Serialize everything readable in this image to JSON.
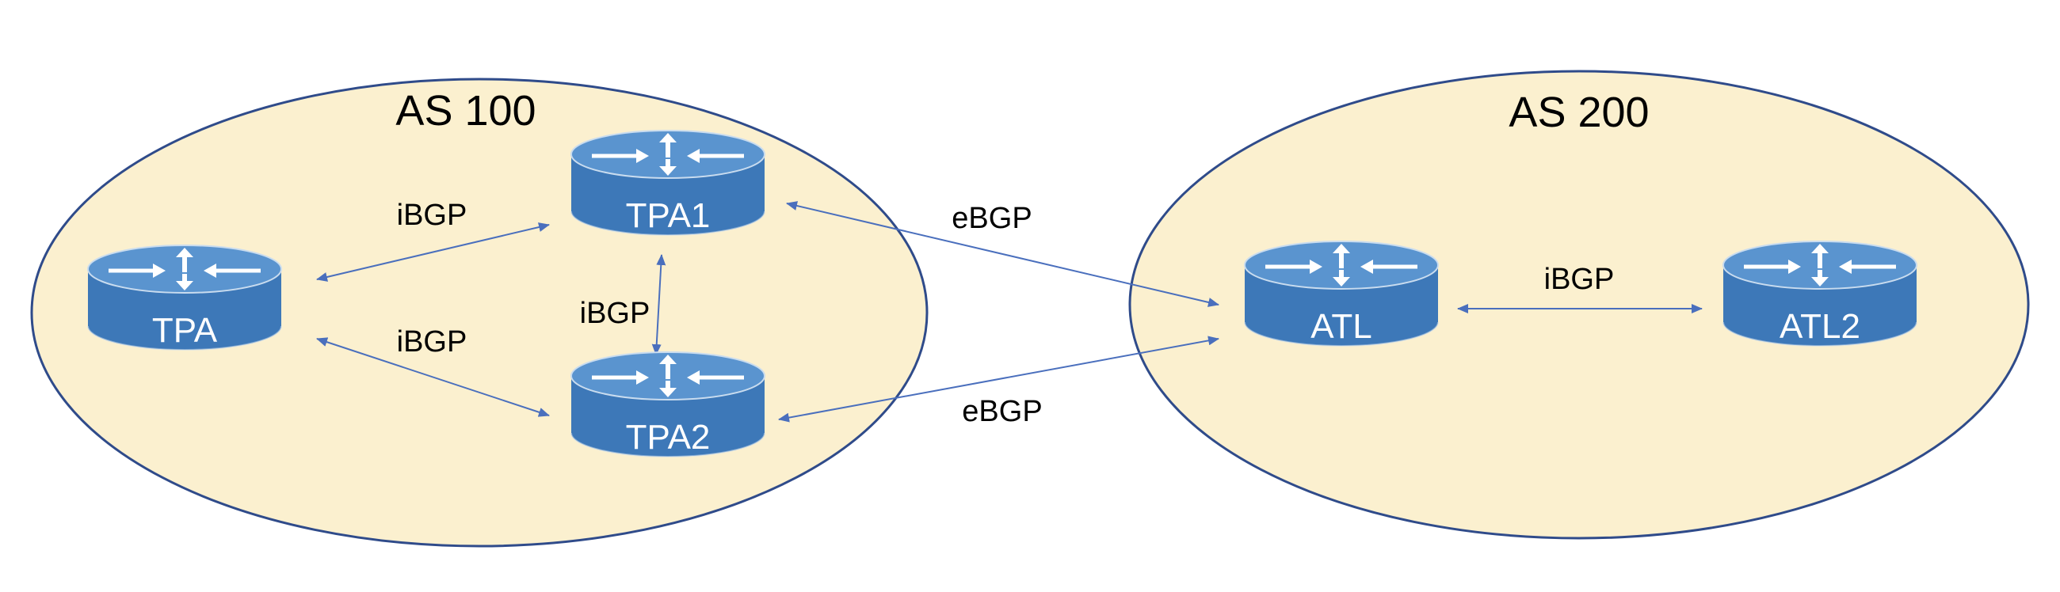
{
  "colors": {
    "as_fill": "#fbf0cf",
    "as_stroke": "#2f4b8a",
    "router_body": "#3d78b8",
    "router_top": "#5a94cf",
    "router_edge": "#c9dcef",
    "link": "#4a6fbd",
    "label_text": "#000000",
    "router_text": "#ffffff"
  },
  "icons": {
    "router": "router-icon"
  },
  "autonomous_systems": [
    {
      "id": "as100",
      "label": "AS 100"
    },
    {
      "id": "as200",
      "label": "AS 200"
    }
  ],
  "routers": [
    {
      "id": "tpa",
      "label": "TPA",
      "as": "as100"
    },
    {
      "id": "tpa1",
      "label": "TPA1",
      "as": "as100"
    },
    {
      "id": "tpa2",
      "label": "TPA2",
      "as": "as100"
    },
    {
      "id": "atl",
      "label": "ATL",
      "as": "as200"
    },
    {
      "id": "atl2",
      "label": "ATL2",
      "as": "as200"
    }
  ],
  "links": [
    {
      "id": "tpa-tpa1",
      "from": "tpa",
      "to": "tpa1",
      "label": "iBGP"
    },
    {
      "id": "tpa-tpa2",
      "from": "tpa",
      "to": "tpa2",
      "label": "iBGP"
    },
    {
      "id": "tpa1-tpa2",
      "from": "tpa1",
      "to": "tpa2",
      "label": "iBGP"
    },
    {
      "id": "tpa1-atl",
      "from": "tpa1",
      "to": "atl",
      "label": "eBGP"
    },
    {
      "id": "tpa2-atl",
      "from": "tpa2",
      "to": "atl",
      "label": "eBGP"
    },
    {
      "id": "atl-atl2",
      "from": "atl",
      "to": "atl2",
      "label": "iBGP"
    }
  ]
}
